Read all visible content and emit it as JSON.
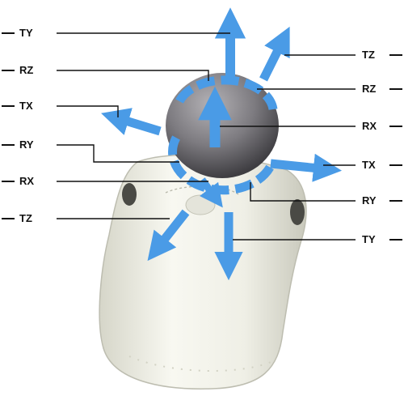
{
  "labels_left": [
    "TY",
    "RZ",
    "TX",
    "RY",
    "RX",
    "TZ"
  ],
  "labels_right": [
    "TZ",
    "RZ",
    "RX",
    "TX",
    "RY",
    "TY"
  ],
  "colors": {
    "arrow_fill": "#4a9be6",
    "arrow_light": "#9fd0ff",
    "arrow_dark": "#2d6fb8",
    "sphere_mid": "#7d7b80",
    "sphere_dark": "#3f3e42",
    "body_light": "#f6f6ee",
    "body_shadow": "#cfcfc2",
    "line": "#111111"
  }
}
